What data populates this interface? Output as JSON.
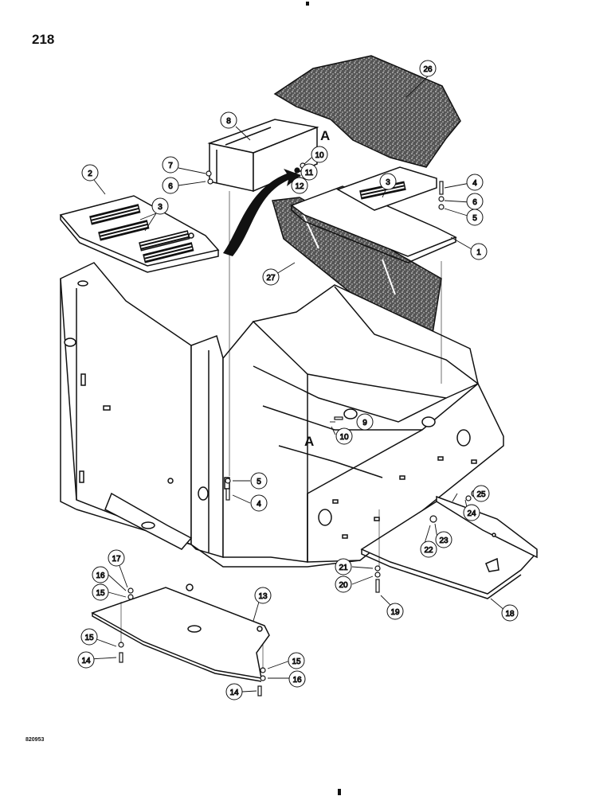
{
  "page_number": "218",
  "drawing_code": "820953",
  "reference_marks": [
    "A",
    "A"
  ],
  "parts": {
    "p1": "1",
    "p2": "2",
    "p3a": "3",
    "p3b": "3",
    "p4a": "4",
    "p4b": "4",
    "p5a": "5",
    "p5b": "5",
    "p6a": "6",
    "p6b": "6",
    "p7": "7",
    "p8": "8",
    "p9": "9",
    "p10a": "10",
    "p10b": "10",
    "p11": "11",
    "p12": "12",
    "p13": "13",
    "p14a": "14",
    "p14b": "14",
    "p15a": "15",
    "p15b": "15",
    "p15c": "15",
    "p16a": "16",
    "p16b": "16",
    "p17": "17",
    "p18": "18",
    "p19": "19",
    "p20": "20",
    "p21": "21",
    "p22": "22",
    "p23": "23",
    "p24": "24",
    "p25": "25",
    "p26": "26",
    "p27": "27"
  }
}
